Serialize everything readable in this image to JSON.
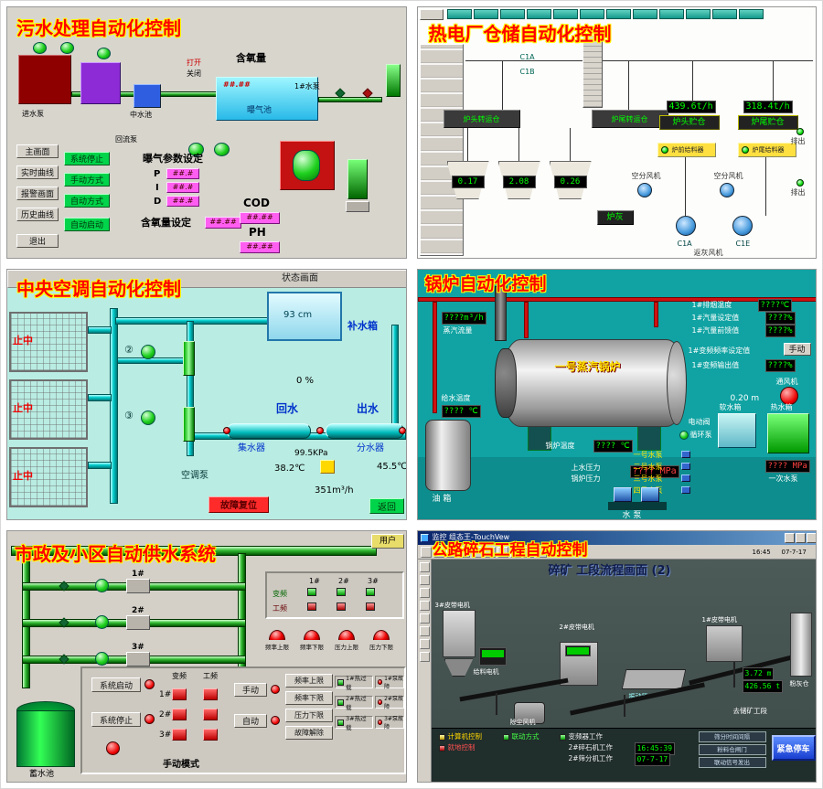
{
  "p1": {
    "title": "污水处理自动化控制",
    "nav": [
      "主画面",
      "实时曲线",
      "报警画面",
      "历史曲线",
      "退出"
    ],
    "modes": [
      "系统停止",
      "手动方式",
      "自动方式",
      "自动启动"
    ],
    "oxygen_label": "含氧量",
    "tank_values": "##.##",
    "aeration_tank": "曝气池",
    "open": "打开",
    "close": "关闭",
    "pump1": "1#水泵",
    "inflow_pump": "进水泵",
    "reflux_pump": "回流泵",
    "mid_tank": "中水池",
    "params_title": "曝气参数设定",
    "params": [
      {
        "k": "P",
        "v": "##.#"
      },
      {
        "k": "I",
        "v": "##.#"
      },
      {
        "k": "D",
        "v": "##.#"
      }
    ],
    "oxygen_set": "含氧量设定",
    "oxygen_set_value": "##.##",
    "cod": "COD",
    "cod_value": "##.##",
    "ph": "PH",
    "ph_value": "##.##"
  },
  "p2": {
    "title": "热电厂仓储自动化控制",
    "station_left": "炉头转运仓",
    "station_right": "炉尾转运仓",
    "flow_left": "439.6t/h",
    "bin_left": "炉头贮仓",
    "flow_right": "318.4t/h",
    "bin_right": "炉尾贮仓",
    "feeder_left": "炉前给料器",
    "feeder_right": "炉尾给料器",
    "fan_left": "空分风机",
    "fan_right": "空分风机",
    "silos": [
      "0.17",
      "2.08",
      "0.26"
    ],
    "ash": "炉灰",
    "discharge1": "排出",
    "discharge2": "排出",
    "c1a": "C1A",
    "c1b": "C1B",
    "c1e": "C1E",
    "return_fan": "返灰风机"
  },
  "p3": {
    "title": "中央空调自动化控制",
    "corner_title": "状态画面",
    "chiller_status": [
      "止中",
      "止中",
      "止中"
    ],
    "num2": "②",
    "num3": "③",
    "makeup_tank": "补水箱",
    "level": "93 cm",
    "percent": "0 %",
    "return_water": "回水",
    "supply_water": "出水",
    "collector": "集水器",
    "distributor": "分水器",
    "pressure": "99.5KPa",
    "temp_return": "38.2℃",
    "temp_supply": "45.5℃",
    "pump_label": "空调泵",
    "flow": "351m³/h",
    "fault_reset": "故障复位",
    "back": "返回"
  },
  "p4": {
    "title": "锅炉自动化控制",
    "boiler_name": "一号蒸汽锅炉",
    "steam_flow_value": "????m³/h",
    "steam_flow_label": "蒸汽流量",
    "feed_temp_label": "给水温度",
    "feed_temp_value": "???? ℃",
    "rows": [
      {
        "label": "1#排烟温度",
        "value": "????℃"
      },
      {
        "label": "1#汽量设定值",
        "value": "????%"
      },
      {
        "label": "1#汽量前馈值",
        "value": "????%"
      },
      {
        "label": "1#变频频率设定值",
        "value": "????%"
      },
      {
        "label": "1#变频输出值",
        "value": "????%"
      }
    ],
    "manual": "手动",
    "fan": "通风机",
    "level": "0.20 m",
    "soft_tank": "软水箱",
    "hot_tank": "热水箱",
    "hot_pressure": "???? MPa",
    "primary_pump": "一次水泵",
    "valve": "电动阀",
    "circ_pump": "循环泵",
    "boiler_temp_label": "锅炉温度",
    "boiler_temp_value": "???? ℃",
    "pressure_label1": "上水压力",
    "pressure_label2": "锅炉压力",
    "pressure_value": "???? MPa",
    "pumps": [
      "一号水泵",
      "二号水泵",
      "三号水泵",
      "四号水泵"
    ],
    "water_pump": "水 泵",
    "oil_tank": "油 箱"
  },
  "p5": {
    "title": "市政及小区自动供水系统",
    "user": "用户",
    "pump_ids": [
      "1#",
      "2#",
      "3#"
    ],
    "vfd": "变频",
    "mains": "工频",
    "heads": [
      "1#",
      "2#",
      "3#"
    ],
    "domes": [
      "频率上限",
      "频率下限",
      "压力上限",
      "压力下限"
    ],
    "sys_start": "系统启动",
    "sys_stop": "系统停止",
    "manual": "手动",
    "auto": "自动",
    "limits": [
      "频率上限",
      "频率下限",
      "压力下限",
      "故障解除"
    ],
    "overloads": [
      "1#热过载",
      "2#热过载",
      "3#热过载"
    ],
    "faults": [
      "1#泵故障",
      "2#泵故障",
      "3#泵故障"
    ],
    "manual_mode": "手动模式",
    "reservoir": "蓄水池"
  },
  "p6": {
    "window_title": "监控 组态王-TouchVew",
    "clock": "16:45",
    "date_small": "07-7-17",
    "banner": "碎矿 工段流程画面 (2)",
    "title": "公路碎石工程自动控制",
    "motor3": "3#皮带电机",
    "motor2": "2#皮带电机",
    "motor1": "1#皮带电机",
    "feeder": "给料电机",
    "screen": "振动筛",
    "dust_fan": "除尘风机",
    "ash_silo": "粉灰仓",
    "silo_level": "3.72 m",
    "silo_weight": "426.56 t",
    "to_storage": "去储矿工段",
    "status_left": [
      "计算机控制",
      "就地控制",
      "联动方式"
    ],
    "status_mid": [
      "变频器工作",
      "2#碎石机工作",
      "2#筛分机工作"
    ],
    "run_time": "16:45:39",
    "run_date": "07-7-17",
    "right_boxes": [
      "筛分时间间隔",
      "粉料仓闸门",
      "联动信号发出"
    ],
    "estop": "紧急停车"
  }
}
